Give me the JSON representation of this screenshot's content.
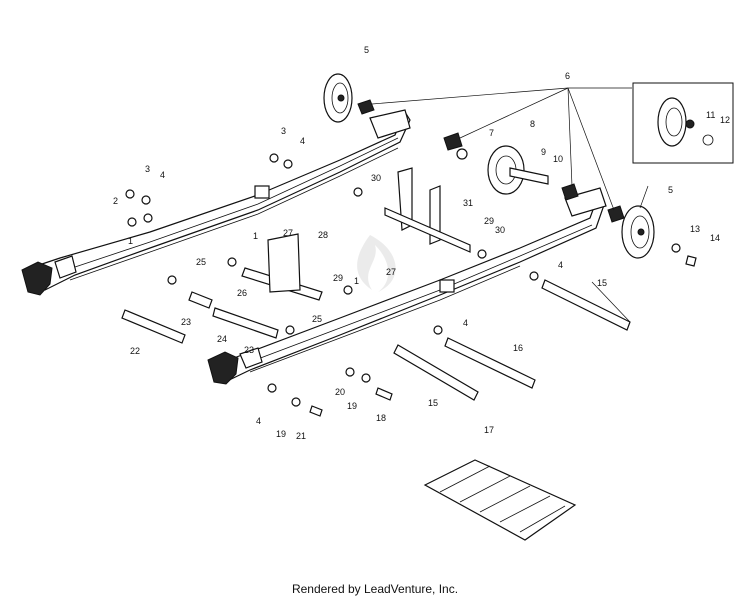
{
  "callouts": [
    "1",
    "2",
    "3",
    "4",
    "5",
    "6",
    "7",
    "8",
    "9",
    "10",
    "11",
    "12",
    "13",
    "14",
    "15",
    "16",
    "17",
    "18",
    "19",
    "20",
    "21",
    "22",
    "23",
    "24",
    "25",
    "26",
    "27",
    "28",
    "29",
    "30",
    "31"
  ],
  "footer": "Rendered by LeadVenture, Inc."
}
